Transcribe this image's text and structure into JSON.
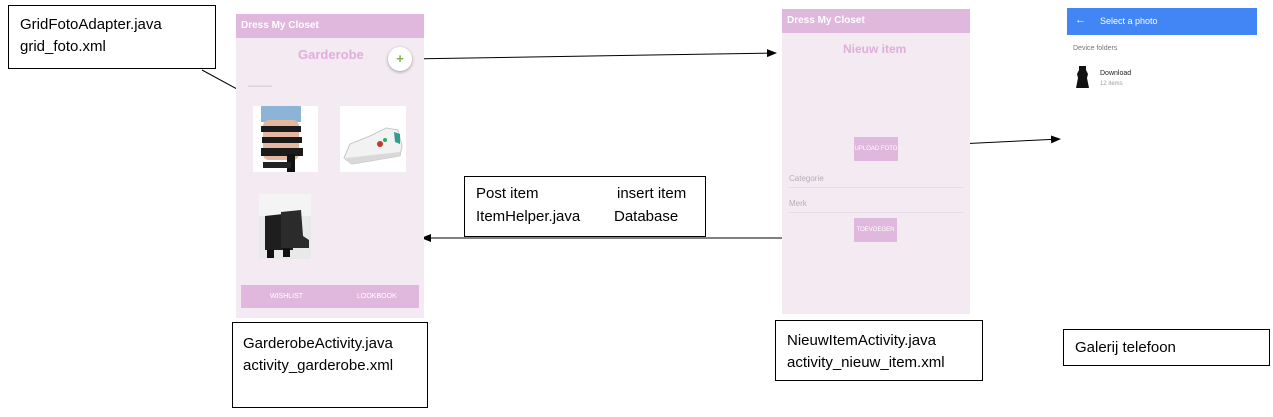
{
  "labels": {
    "adapter": [
      "GridFotoAdapter.java",
      "grid_foto.xml"
    ],
    "garderobe_activity": [
      "GarderobeActivity.java",
      "activity_garderobe.xml"
    ],
    "nieuw_item_activity": [
      "NieuwItemActivity.java",
      "activity_nieuw_item.xml"
    ],
    "galerij": "Galerij telefoon",
    "post_item": {
      "line1_left": "Post item",
      "line1_right": "insert item",
      "line2_left": "ItemHelper.java",
      "line2_right": "Database"
    }
  },
  "screen_garderobe": {
    "app_title": "Dress My Closet",
    "title": "Garderobe",
    "fab_icon": "plus-icon",
    "bottom_buttons": [
      "WISHLIST",
      "LOOKBOOK"
    ],
    "thumbnails": [
      "sandals-photo",
      "sneakers-photo",
      "ankle-boots-photo"
    ]
  },
  "screen_nieuw_item": {
    "app_title": "Dress My Closet",
    "title": "Nieuw item",
    "upload_button": "UPLOAD FOTO",
    "field_categorie": "Categorie",
    "field_merk": "Merk",
    "add_button": "TOEVOEGEN"
  },
  "screen_gallery": {
    "title": "Select a photo",
    "section": "Device folders",
    "folder_name": "Download",
    "folder_count": "12 items"
  },
  "colors": {
    "app_bar": "#e0b7dd",
    "screen_bg": "#f3eaf2",
    "title_text": "#e0aed9",
    "gallery_bar": "#4285f4"
  }
}
